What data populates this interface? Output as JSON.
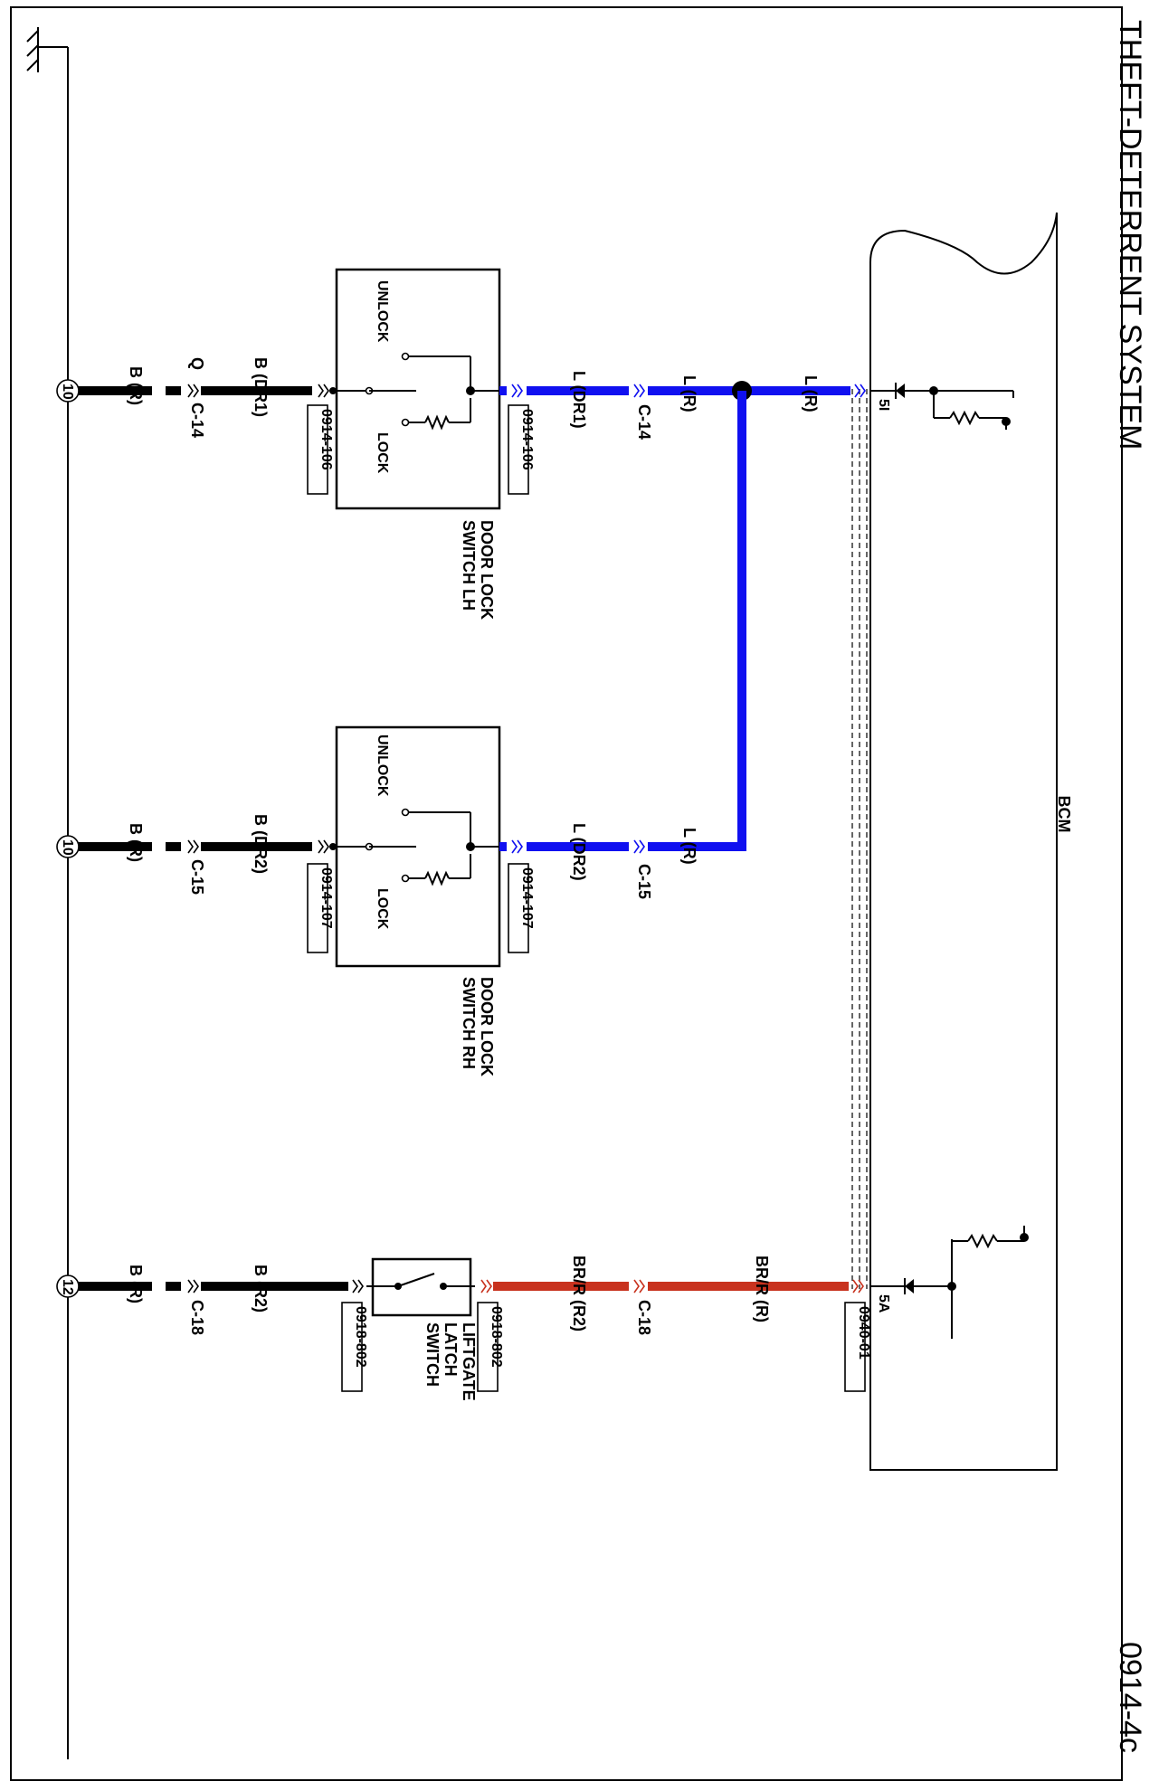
{
  "title": "THEFT-DETERRENT SYSTEM",
  "page_code": "0914-4c",
  "bcm_label": "BCM",
  "bcm_pins": {
    "upper": "5I",
    "lower": "5A"
  },
  "switches": {
    "door_lh": {
      "line1": "DOOR LOCK",
      "line2": "SWITCH LH",
      "unlock": "UNLOCK",
      "lock": "LOCK",
      "conn_left": "0914-106",
      "conn_right": "0914-106"
    },
    "door_rh": {
      "line1": "DOOR LOCK",
      "line2": "SWITCH RH",
      "unlock": "UNLOCK",
      "lock": "LOCK",
      "conn_left": "0914-107",
      "conn_right": "0914-107"
    },
    "liftgate": {
      "line1": "LIFTGATE",
      "line2": "LATCH",
      "line3": "SWITCH",
      "conn_left": "0918-802",
      "conn_right": "0918-802"
    }
  },
  "bcm_connector": "0940-01",
  "circuits": {
    "lh_ground": {
      "ground_point": "10",
      "wire_a": "B (R)",
      "wire_b": "B (DR1)",
      "connector": "C-14",
      "extra": "Q"
    },
    "lh_signal": {
      "wire_a": "L (DR1)",
      "wire_b": "L (R)",
      "connector": "C-14",
      "wire_c": "L (R)"
    },
    "rh_ground": {
      "ground_point": "10",
      "wire_a": "B (R)",
      "wire_b": "B (DR2)",
      "connector": "C-15"
    },
    "rh_signal": {
      "wire_a": "L (DR2)",
      "wire_b": "L (R)",
      "connector": "C-15"
    },
    "lg_ground": {
      "ground_point": "12",
      "wire_a": "B (R)",
      "wire_b": "B (R2)",
      "connector": "C-18"
    },
    "lg_signal": {
      "wire_a": "BR/R (R2)",
      "wire_b": "BR/R (R)",
      "connector": "C-18"
    }
  },
  "colors": {
    "blue_wire": "#1010f0",
    "red_wire": "#c8321e",
    "black_wire": "#000000"
  }
}
